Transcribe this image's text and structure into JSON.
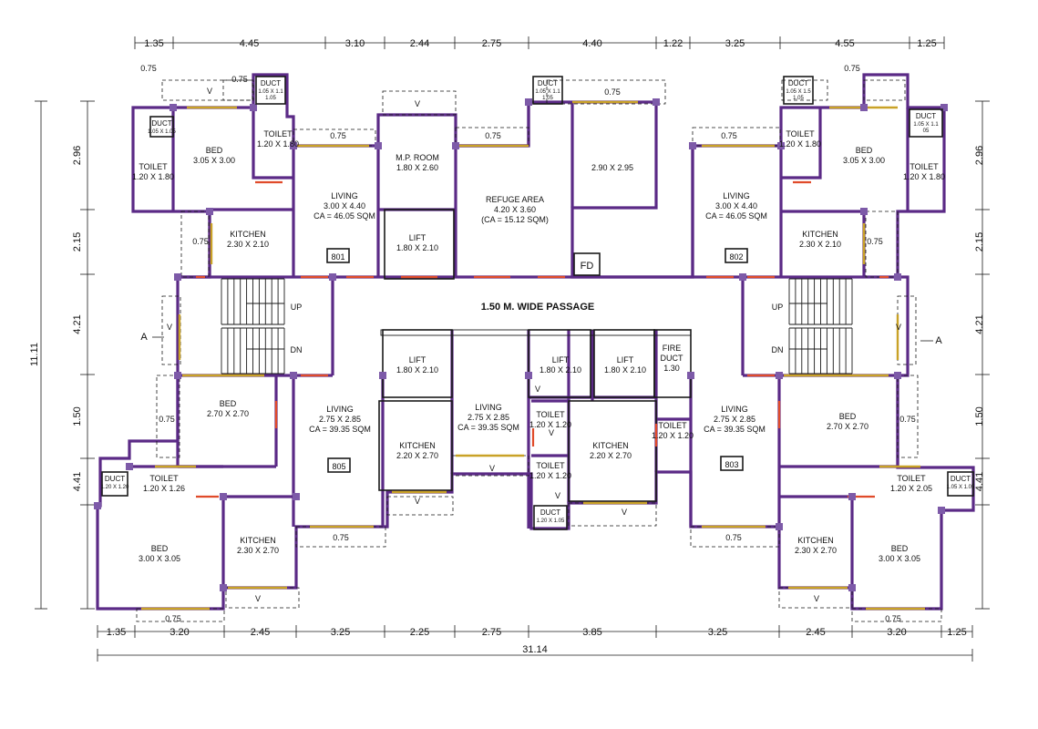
{
  "plan": {
    "top_dims": [
      "1.35",
      "4.45",
      "3.10",
      "2.44",
      "2.75",
      "4.40",
      "1.22",
      "3.25",
      "4.55",
      "1.25"
    ],
    "bottom_dims": [
      "1.35",
      "3.20",
      "2.45",
      "3.25",
      "2.25",
      "2.75",
      "3.85",
      "3.25",
      "2.45",
      "3.20",
      "1.25"
    ],
    "overall_width": "31.14",
    "left_dims": [
      "2.96",
      "2.15",
      "4.21",
      "1.50",
      "4.41"
    ],
    "right_dims": [
      "2.96",
      "2.15",
      "4.21",
      "1.50",
      "4.41"
    ],
    "overall_height": "11.11",
    "section_marker": "A",
    "passage": "1.50 M. WIDE PASSAGE",
    "flats": [
      "801",
      "802",
      "805",
      "803"
    ],
    "stair": {
      "up": "UP",
      "dn": "DN"
    },
    "rooms": [
      {
        "name": "BED",
        "size": "3.05 X 3.00"
      },
      {
        "name": "TOILET",
        "size": "1.20 X 1.80"
      },
      {
        "name": "TOILET",
        "size": "1.20 X 1.80"
      },
      {
        "name": "LIVING",
        "size": "3.00 X 4.40",
        "ca": "CA = 46.05 SQM"
      },
      {
        "name": "KITCHEN",
        "size": "2.30 X 2.10"
      },
      {
        "name": "M.P. ROOM",
        "size": "1.80 X 2.60"
      },
      {
        "name": "LIFT",
        "size": "1.80 X 2.10"
      },
      {
        "name": "REFUGE AREA",
        "size": "4.20 X 3.60",
        "ca": "(CA = 15.12 SQM)"
      },
      {
        "name": "",
        "size": "2.90 X 2.95"
      },
      {
        "name": "LIVING",
        "size": "3.00 X 4.40",
        "ca": "CA = 46.05 SQM"
      },
      {
        "name": "KITCHEN",
        "size": "2.30 X 2.10"
      },
      {
        "name": "TOILET",
        "size": "1.20 X 1.80"
      },
      {
        "name": "BED",
        "size": "3.05 X 3.00"
      },
      {
        "name": "TOILET",
        "size": "1.20 X 1.80"
      },
      {
        "name": "BED",
        "size": "2.70 X 2.70"
      },
      {
        "name": "LIVING",
        "size": "2.75 X 2.85",
        "ca": "CA = 39.35 SQM"
      },
      {
        "name": "LIFT",
        "size": "1.80 X 2.10"
      },
      {
        "name": "KITCHEN",
        "size": "2.20 X 2.70"
      },
      {
        "name": "LIVING",
        "size": "2.75 X 2.85",
        "ca": "CA = 39.35 SQM"
      },
      {
        "name": "LIFT",
        "size": "1.80 X 2.10"
      },
      {
        "name": "LIFT",
        "size": "1.80 X 2.10"
      },
      {
        "name": "FIRE",
        "size": "DUCT",
        "ca": "1.30"
      },
      {
        "name": "TOILET",
        "size": "1.20 X 1.20"
      },
      {
        "name": "TOILET",
        "size": "1.20 X 1.20"
      },
      {
        "name": "KITCHEN",
        "size": "2.20 X 2.70"
      },
      {
        "name": "TOILET",
        "size": "1.20 X 1.20"
      },
      {
        "name": "LIVING",
        "size": "2.75 X 2.85",
        "ca": "CA = 39.35 SQM"
      },
      {
        "name": "BED",
        "size": "2.70 X 2.70"
      },
      {
        "name": "TOILET",
        "size": "1.20 X 1.26"
      },
      {
        "name": "BED",
        "size": "3.00 X 3.05"
      },
      {
        "name": "KITCHEN",
        "size": "2.30 X 2.70"
      },
      {
        "name": "KITCHEN",
        "size": "2.30 X 2.70"
      },
      {
        "name": "TOILET",
        "size": "1.20 X 2.05"
      },
      {
        "name": "BED",
        "size": "3.00 X 3.05"
      }
    ],
    "ducts": [
      {
        "name": "DUCT",
        "size": "1.05 X 1.05"
      },
      {
        "name": "DUCT",
        "size": "1.05 X 1.1\n1.05"
      },
      {
        "name": "DUCT",
        "size": "1.05 X 1.1\n1.05"
      },
      {
        "name": "DUCT",
        "size": "1.05 X 1.5\n1.05"
      },
      {
        "name": "DUCT",
        "size": "1.05 X 1.1\n05"
      },
      {
        "name": "DUCT",
        "size": "1.20 X 1.20"
      },
      {
        "name": "DUCT",
        "size": "1.20 X 1.05"
      },
      {
        "name": "DUCT",
        "size": "1.05 X 1.05"
      }
    ],
    "fd_label": "FD",
    "vent_label": "V",
    "ledge": "0.75"
  }
}
